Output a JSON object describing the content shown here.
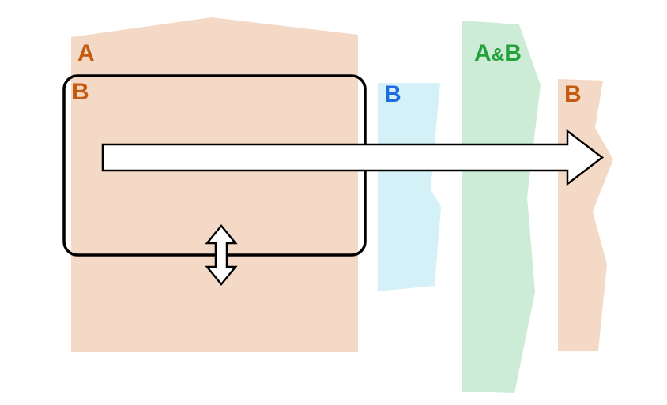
{
  "labels": {
    "a": "A",
    "b_box": "B",
    "b_cyan": "B",
    "ab": {
      "a": "A",
      "amp": "&",
      "b": "B"
    },
    "b_right": "B"
  },
  "colors": {
    "peach_fill": "#f4d9c7",
    "cyan_fill": "#d5f1f8",
    "green_fill": "#cdecd5",
    "arrow_fill": "#ffffff",
    "outline_black": "#000000",
    "label_orange": "#c55a11",
    "label_blue": "#1f6be0",
    "label_green": "#23a23c"
  }
}
